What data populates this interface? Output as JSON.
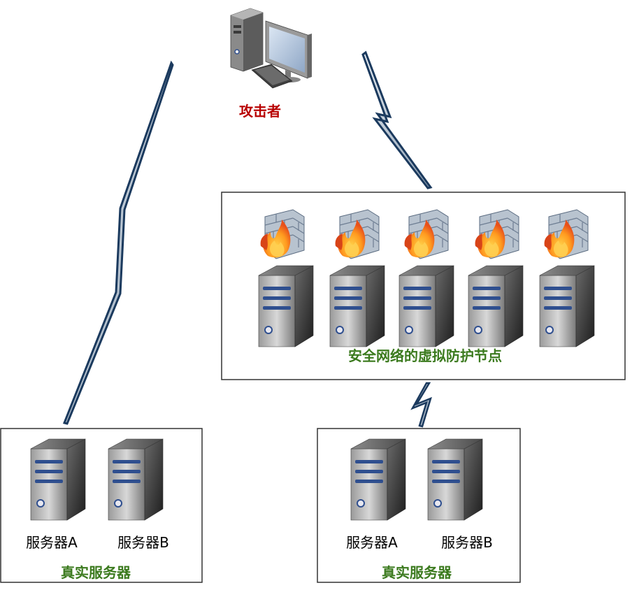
{
  "attacker": {
    "label": "攻击者",
    "icon": "desktop-computer-icon",
    "label_color": "#b80000"
  },
  "protection_group": {
    "label": "安全网络的虚拟防护节点",
    "label_color": "#3b7a1e",
    "node_count": 5,
    "node_icons": [
      "firewall-icon",
      "server-icon"
    ]
  },
  "real_group_left": {
    "label": "真实服务器",
    "label_color": "#3b7a1e",
    "servers": [
      {
        "label": "服务器A"
      },
      {
        "label": "服务器B"
      }
    ]
  },
  "real_group_right": {
    "label": "真实服务器",
    "label_color": "#3b7a1e",
    "servers": [
      {
        "label": "服务器A"
      },
      {
        "label": "服务器B"
      }
    ]
  },
  "colors": {
    "lightning_outline": "#1b3a5e",
    "lightning_fill": "#9fb0c0",
    "frame_border": "#333333",
    "server_body": "#5a5a5a",
    "server_stripe": "#2f4f8f"
  }
}
